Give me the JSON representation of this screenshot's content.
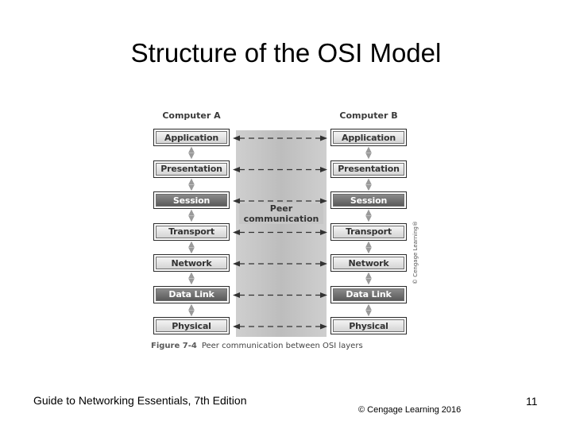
{
  "slide": {
    "title": "Structure of the OSI Model"
  },
  "figure": {
    "computer_a_label": "Computer A",
    "computer_b_label": "Computer B",
    "peer_label_line1": "Peer",
    "peer_label_line2": "communication",
    "caption_number": "Figure 7-4",
    "caption_text": "Peer communication between OSI layers",
    "side_copyright": "© Cengage Learning®",
    "layers": [
      {
        "name": "Application",
        "style": "light"
      },
      {
        "name": "Presentation",
        "style": "light"
      },
      {
        "name": "Session",
        "style": "dark"
      },
      {
        "name": "Transport",
        "style": "light"
      },
      {
        "name": "Network",
        "style": "light"
      },
      {
        "name": "Data Link",
        "style": "dark"
      },
      {
        "name": "Physical",
        "style": "light"
      }
    ]
  },
  "footer": {
    "book": "Guide to Networking Essentials, 7th Edition",
    "copyright": "© Cengage Learning  2016",
    "page_number": "11"
  }
}
